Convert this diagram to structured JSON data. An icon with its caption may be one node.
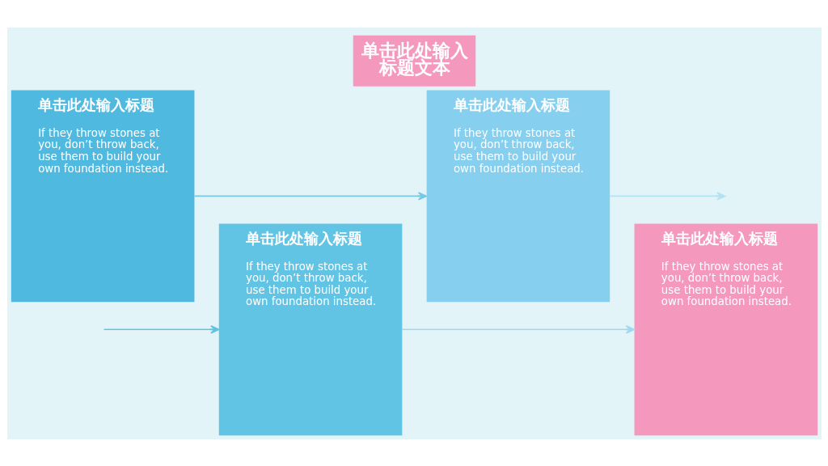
{
  "diagram": {
    "title": "单击此处输入标题文本",
    "nodes": [
      {
        "text": [
          "单击此处输入标题",
          "If they throw stones at you, don’t throw back, use them to build your own foundation instead."
        ]
      },
      {
        "text": [
          "单击此处输入标题",
          "If they throw stones at you, don’t throw back, use them to build your own foundation instead."
        ]
      },
      {
        "text": [
          "单击此处输入标题",
          "If they throw stones at you, don’t throw back, use them to build your own foundation instead."
        ]
      },
      {
        "text": [
          "单击此处输入标题",
          "If they throw stones at you, don’t throw back, use them to build your own foundation instead."
        ]
      }
    ],
    "edges": [
      {
        "from": null,
        "to": 1,
        "arrow": "to",
        "color": "#5fc4e4"
      },
      {
        "from": 0,
        "to": 2,
        "arrow": "to",
        "color": "#74c9e6"
      },
      {
        "from": 1,
        "to": 3,
        "arrow": "to",
        "color": "#9ed8f1"
      },
      {
        "from": 2,
        "to": null,
        "arrow": "to",
        "color": "#b4e2f5"
      }
    ]
  }
}
